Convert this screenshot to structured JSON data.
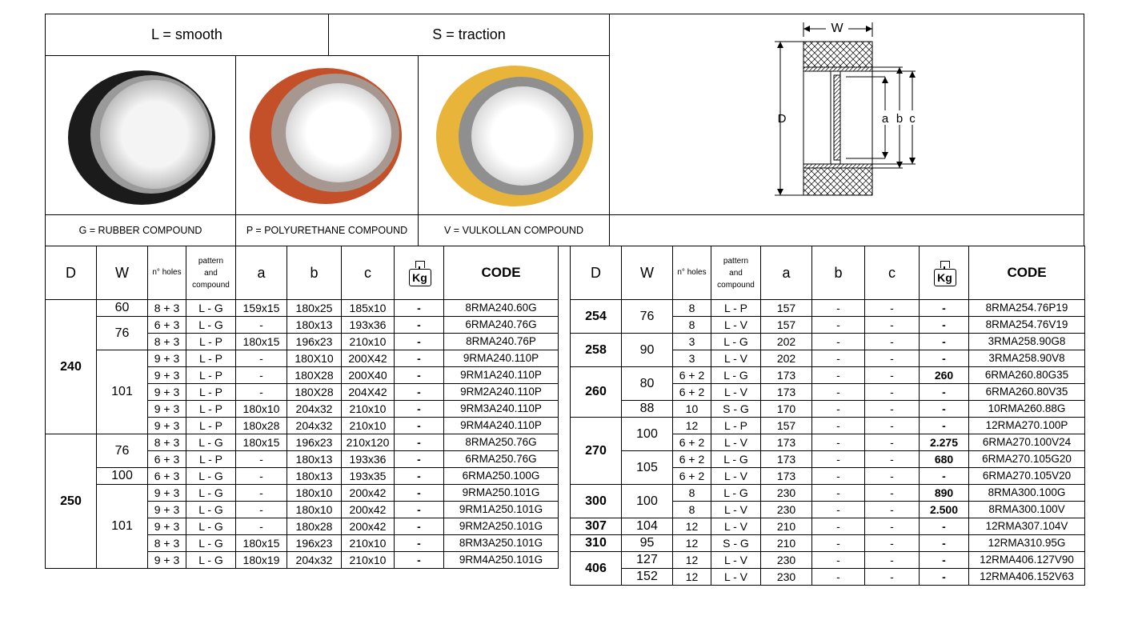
{
  "header": {
    "smooth": "L = smooth",
    "traction": "S = traction"
  },
  "compounds": {
    "rubber": "G = RUBBER COMPOUND",
    "polyurethane": "P = POLYURETHANE COMPOUND",
    "vulkollan": "V = VULKOLLAN COMPOUND"
  },
  "diagram": {
    "w": "W",
    "d": "D",
    "a": "a",
    "b": "b",
    "c": "c"
  },
  "columns": {
    "d": "D",
    "w": "W",
    "holes": "n° holes",
    "pattern1": "pattern",
    "pattern2": "and",
    "pattern3": "compound",
    "a": "a",
    "b": "b",
    "c": "c",
    "kg": "Kg",
    "code": "CODE"
  },
  "left_table": {
    "groups": [
      {
        "d": "240",
        "wgroups": [
          {
            "w": "60",
            "rows": [
              [
                "8 + 3",
                "L - G",
                "159x15",
                "180x25",
                "185x10",
                "-",
                "8RMA240.60G"
              ]
            ]
          },
          {
            "w": "76",
            "rows": [
              [
                "6 + 3",
                "L - G",
                "-",
                "180x13",
                "193x36",
                "-",
                "6RMA240.76G"
              ],
              [
                "8 + 3",
                "L - P",
                "180x15",
                "196x23",
                "210x10",
                "-",
                "8RMA240.76P"
              ]
            ]
          },
          {
            "w": "101",
            "rows": [
              [
                "9 + 3",
                "L - P",
                "-",
                "180X10",
                "200X42",
                "-",
                "9RMA240.110P"
              ],
              [
                "9 + 3",
                "L - P",
                "-",
                "180X28",
                "200X40",
                "-",
                "9RM1A240.110P"
              ],
              [
                "9 + 3",
                "L - P",
                "-",
                "180X28",
                "204X42",
                "-",
                "9RM2A240.110P"
              ],
              [
                "9 + 3",
                "L - P",
                "180x10",
                "204x32",
                "210x10",
                "-",
                "9RM3A240.110P"
              ],
              [
                "9 + 3",
                "L - P",
                "180x28",
                "204x32",
                "210x10",
                "-",
                "9RM4A240.110P"
              ]
            ]
          }
        ]
      },
      {
        "d": "250",
        "wgroups": [
          {
            "w": "76",
            "rows": [
              [
                "8 + 3",
                "L - G",
                "180x15",
                "196x23",
                "210x120",
                "-",
                "8RMA250.76G"
              ],
              [
                "6 + 3",
                "L - P",
                "-",
                "180x13",
                "193x36",
                "-",
                "6RMA250.76G"
              ]
            ]
          },
          {
            "w": "100",
            "rows": [
              [
                "6 + 3",
                "L - G",
                "-",
                "180x13",
                "193x35",
                "-",
                "6RMA250.100G"
              ]
            ]
          },
          {
            "w": "101",
            "rows": [
              [
                "9 + 3",
                "L - G",
                "-",
                "180x10",
                "200x42",
                "-",
                "9RMA250.101G"
              ],
              [
                "9 + 3",
                "L - G",
                "-",
                "180x10",
                "200x42",
                "-",
                "9RM1A250.101G"
              ],
              [
                "9 + 3",
                "L - G",
                "-",
                "180x28",
                "200x42",
                "-",
                "9RM2A250.101G"
              ],
              [
                "8 + 3",
                "L - G",
                "180x15",
                "196x23",
                "210x10",
                "-",
                "8RM3A250.101G"
              ],
              [
                "9 + 3",
                "L - G",
                "180x19",
                "204x32",
                "210x10",
                "-",
                "9RM4A250.101G"
              ]
            ]
          }
        ]
      }
    ]
  },
  "right_table": {
    "groups": [
      {
        "d": "254",
        "wgroups": [
          {
            "w": "76",
            "rows": [
              [
                "8",
                "L - P",
                "157",
                "-",
                "-",
                "-",
                "8RMA254.76P19"
              ],
              [
                "8",
                "L - V",
                "157",
                "-",
                "-",
                "-",
                "8RMA254.76V19"
              ]
            ]
          }
        ]
      },
      {
        "d": "258",
        "wgroups": [
          {
            "w": "90",
            "rows": [
              [
                "3",
                "L - G",
                "202",
                "-",
                "-",
                "-",
                "3RMA258.90G8"
              ],
              [
                "3",
                "L - V",
                "202",
                "-",
                "-",
                "-",
                "3RMA258.90V8"
              ]
            ]
          }
        ]
      },
      {
        "d": "260",
        "wgroups": [
          {
            "w": "80",
            "rows": [
              [
                "6 + 2",
                "L - G",
                "173",
                "-",
                "-",
                "260",
                "6RMA260.80G35"
              ],
              [
                "6 + 2",
                "L - V",
                "173",
                "-",
                "-",
                "-",
                "6RMA260.80V35"
              ]
            ]
          },
          {
            "w": "88",
            "rows": [
              [
                "10",
                "S - G",
                "170",
                "-",
                "-",
                "-",
                "10RMA260.88G"
              ]
            ]
          }
        ]
      },
      {
        "d": "270",
        "wgroups": [
          {
            "w": "100",
            "rows": [
              [
                "12",
                "L - P",
                "157",
                "-",
                "-",
                "-",
                "12RMA270.100P"
              ],
              [
                "6 + 2",
                "L - V",
                "173",
                "-",
                "-",
                "2.275",
                "6RMA270.100V24"
              ]
            ]
          },
          {
            "w": "105",
            "rows": [
              [
                "6 + 2",
                "L - G",
                "173",
                "-",
                "-",
                "680",
                "6RMA270.105G20"
              ],
              [
                "6 + 2",
                "L - V",
                "173",
                "-",
                "-",
                "-",
                "6RMA270.105V20"
              ]
            ]
          }
        ]
      },
      {
        "d": "300",
        "wgroups": [
          {
            "w": "100",
            "rows": [
              [
                "8",
                "L - G",
                "230",
                "-",
                "-",
                "890",
                "8RMA300.100G"
              ],
              [
                "8",
                "L - V",
                "230",
                "-",
                "-",
                "2.500",
                "8RMA300.100V"
              ]
            ]
          }
        ]
      },
      {
        "d": "307",
        "wgroups": [
          {
            "w": "104",
            "rows": [
              [
                "12",
                "L - V",
                "210",
                "-",
                "-",
                "-",
                "12RMA307.104V"
              ]
            ]
          }
        ]
      },
      {
        "d": "310",
        "wgroups": [
          {
            "w": "95",
            "rows": [
              [
                "12",
                "S - G",
                "210",
                "-",
                "-",
                "-",
                "12RMA310.95G"
              ]
            ]
          }
        ]
      },
      {
        "d": "406",
        "wgroups": [
          {
            "w": "127",
            "rows": [
              [
                "12",
                "L - V",
                "230",
                "-",
                "-",
                "-",
                "12RMA406.127V90"
              ]
            ]
          },
          {
            "w": "152",
            "rows": [
              [
                "12",
                "L - V",
                "230",
                "-",
                "-",
                "-",
                "12RMA406.152V63"
              ]
            ]
          }
        ]
      }
    ]
  }
}
